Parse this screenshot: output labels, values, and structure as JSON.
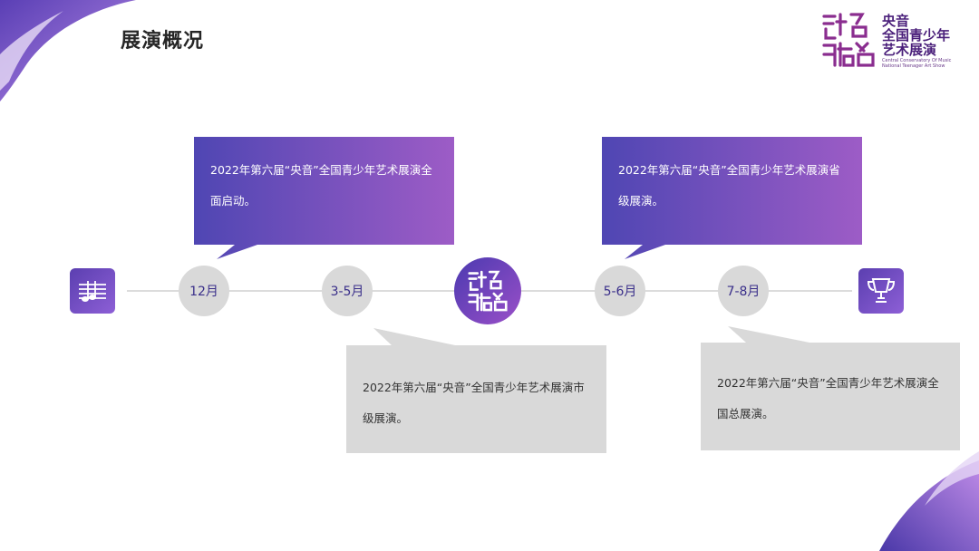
{
  "page": {
    "title": "展演概况"
  },
  "logo": {
    "line1": "央音",
    "line2": "全国青少年",
    "line3": "艺术展演",
    "en1": "Central Conservatory Of Music",
    "en2": "National Teenager Art Show"
  },
  "timeline": {
    "nodes": [
      {
        "label": "12月"
      },
      {
        "label": "3-5月"
      },
      {
        "label": "5-6月"
      },
      {
        "label": "7-8月"
      }
    ],
    "start_icon": "music-staff-icon",
    "end_icon": "trophy-icon",
    "center_icon": "show-logo-icon"
  },
  "callouts": [
    {
      "text": "2022年第六届“央音”全国青少年艺术展演全面启动。"
    },
    {
      "text": "2022年第六届“央音”全国青少年艺术展演省级展演。"
    },
    {
      "text": "2022年第六届“央音”全国青少年艺术展演市级展演。"
    },
    {
      "text": "2022年第六届“央音”全国青少年艺术展演全国总展演。"
    }
  ],
  "colors": {
    "accent": "#7a4fc4",
    "grey": "#d9d9d9",
    "text": "#333333"
  }
}
